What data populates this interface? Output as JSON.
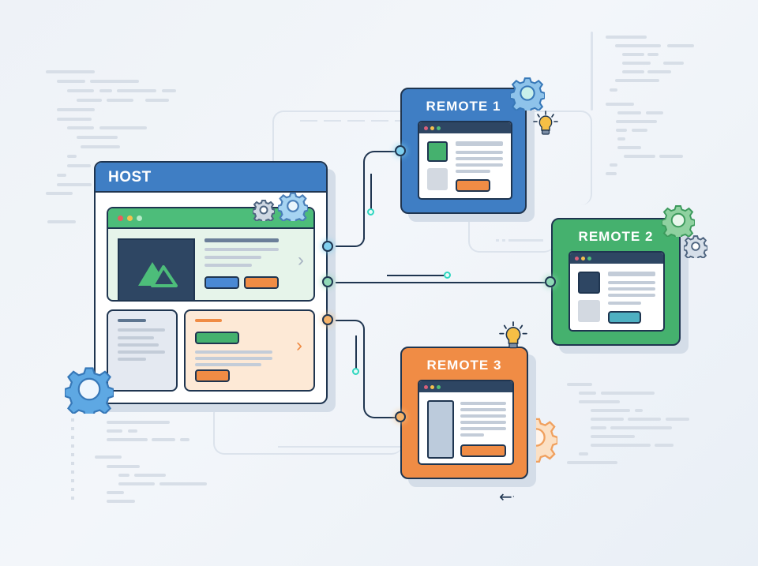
{
  "diagram": {
    "type": "micro-frontend architecture",
    "host": {
      "title": "HOST",
      "header_color": "#3f7ec4",
      "panels": [
        {
          "name": "hero-panel",
          "color": "#e6f4ea",
          "header_color": "#4dbd7a"
        },
        {
          "name": "side-panel",
          "color": "#e4e9f1"
        },
        {
          "name": "card-panel",
          "color": "#fde9d6"
        }
      ],
      "chevron": "›"
    },
    "remotes": [
      {
        "id": "remote-1",
        "title": "REMOTE 1",
        "color": "#3f7ec4",
        "connector_color": "#7fd0ef"
      },
      {
        "id": "remote-2",
        "title": "REMOTE 2",
        "color": "#45b16e",
        "connector_color": "#8fd9b6"
      },
      {
        "id": "remote-3",
        "title": "REMOTE 3",
        "color": "#f08c45",
        "connector_color": "#f5b36a"
      }
    ],
    "connections": [
      {
        "from": "host",
        "to": "remote-1",
        "color": "#7fd0ef"
      },
      {
        "from": "host",
        "to": "remote-2",
        "color": "#8fd9b6"
      },
      {
        "from": "host",
        "to": "remote-3",
        "color": "#f5b36a"
      }
    ],
    "arrow_glyph": "←",
    "colors": {
      "outline": "#1f3550",
      "blue": "#3f7ec4",
      "green": "#45b16e",
      "orange": "#f08c45",
      "teal_accent": "#2fd6c0",
      "background": "#eef2f7"
    }
  }
}
